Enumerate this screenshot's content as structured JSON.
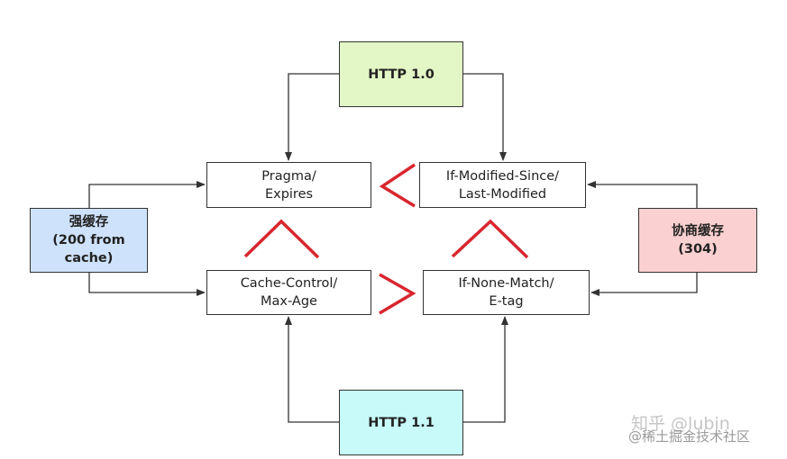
{
  "nodes": {
    "http10": "HTTP 1.0",
    "http11": "HTTP 1.1",
    "pragma": "Pragma/\nExpires",
    "ifmod": "If-Modified-Since/\nLast-Modified",
    "cachecontrol": "Cache-Control/\nMax-Age",
    "ifnone": "If-None-Match/\nE-tag",
    "strong": "强缓存\n(200 from\ncache)",
    "nego": "协商缓存\n(304)"
  },
  "colors": {
    "http10": "#e3f7c6",
    "http11": "#c8fafa",
    "strong": "#cfe2fb",
    "nego": "#fbd0d0",
    "marks": "#d8262e"
  },
  "watermark": {
    "line1": "知乎 @lubin",
    "line2": "@稀土掘金技术社区"
  }
}
